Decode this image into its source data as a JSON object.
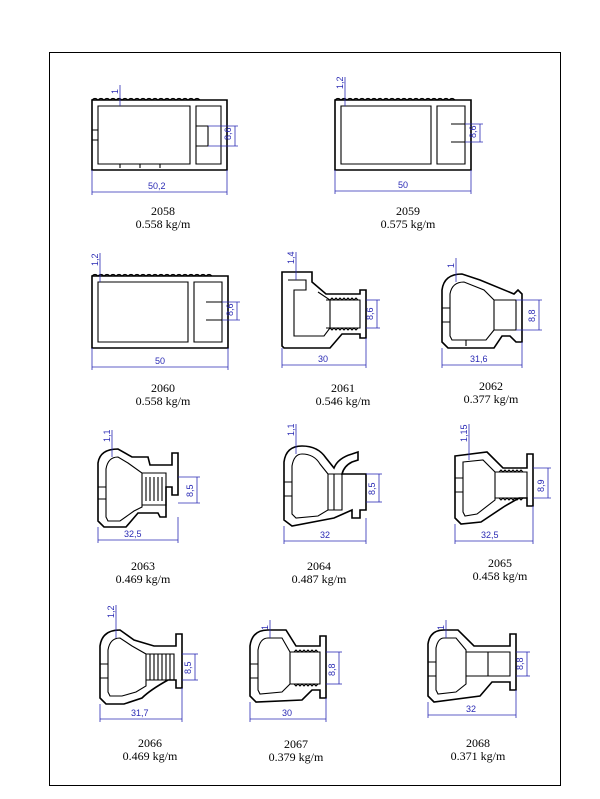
{
  "profiles": [
    {
      "code": "2058",
      "weight": "0.558 kg/m",
      "wall": "1",
      "height": "8,6",
      "width": "50,2"
    },
    {
      "code": "2059",
      "weight": "0.575 kg/m",
      "wall": "1,2",
      "height": "8,6",
      "width": "50"
    },
    {
      "code": "2060",
      "weight": "0.558 kg/m",
      "wall": "1,2",
      "height": "8,6",
      "width": "50"
    },
    {
      "code": "2061",
      "weight": "0.546 kg/m",
      "wall": "1,4",
      "height": "8,6",
      "width": "30"
    },
    {
      "code": "2062",
      "weight": "0.377 kg/m",
      "wall": "1",
      "height": "8,8",
      "width": "31,6"
    },
    {
      "code": "2063",
      "weight": "0.469 kg/m",
      "wall": "1,1",
      "height": "8,5",
      "width": "32,5"
    },
    {
      "code": "2064",
      "weight": "0.487 kg/m",
      "wall": "1,1",
      "height": "8,5",
      "width": "32"
    },
    {
      "code": "2065",
      "weight": "0.458 kg/m",
      "wall": "1,15",
      "height": "8,9",
      "width": "32,5"
    },
    {
      "code": "2066",
      "weight": "0.469 kg/m",
      "wall": "1,2",
      "height": "8,5",
      "width": "31,7"
    },
    {
      "code": "2067",
      "weight": "0.379 kg/m",
      "wall": "1",
      "height": "8,8",
      "width": "30"
    },
    {
      "code": "2068",
      "weight": "0.371 kg/m",
      "wall": "1",
      "height": "8,8",
      "width": "32"
    }
  ]
}
